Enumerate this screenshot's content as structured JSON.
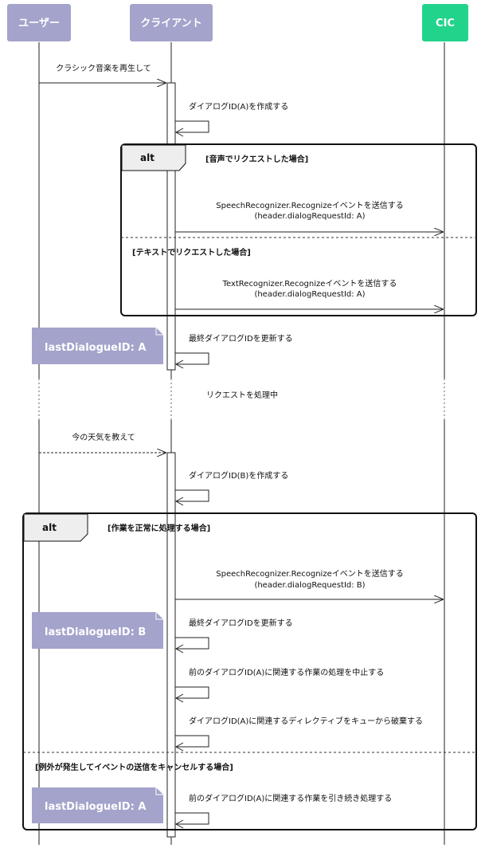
{
  "participants": [
    {
      "name": "ユーザー",
      "color": "#a3a3cb"
    },
    {
      "name": "クライアント",
      "color": "#a3a3cb"
    },
    {
      "name": "CIC",
      "color": "#22d48b"
    }
  ],
  "messages": {
    "m1": "クラシック音楽を再生して",
    "m2": "ダイアログID(A)を作成する",
    "m3_line1": "SpeechRecognizer.Recognizeイベントを送信する",
    "m3_line2": "(header.dialogRequestId: A)",
    "m4_line1": "TextRecognizer.Recognizeイベントを送信する",
    "m4_line2": "(header.dialogRequestId: A)",
    "m5": "最終ダイアログIDを更新する",
    "m6": "リクエストを処理中",
    "m7": "今の天気を教えて",
    "m8": "ダイアログID(B)を作成する",
    "m9_line1": "SpeechRecognizer.Recognizeイベントを送信する",
    "m9_line2": "(header.dialogRequestId: B)",
    "m10": "最終ダイアログIDを更新する",
    "m11": "前のダイアログID(A)に関連する作業の処理を中止する",
    "m12": "ダイアログID(A)に関連するディレクティブをキューから破棄する",
    "m13": "前のダイアログID(A)に関連する作業を引き続き処理する"
  },
  "fragments": {
    "alt1": {
      "label": "alt",
      "cond1": "[音声でリクエストした場合]",
      "cond2": "[テキストでリクエストした場合]"
    },
    "alt2": {
      "label": "alt",
      "cond1": "[作業を正常に処理する場合]",
      "cond2": "[例外が発生してイベントの送信をキャンセルする場合]"
    }
  },
  "notes": {
    "n1": "lastDialogueID: A",
    "n2": "lastDialogueID: B",
    "n3": "lastDialogueID: A"
  },
  "colors": {
    "participant": "#a3a3cb",
    "cic": "#22d48b",
    "note": "#a3a3cb"
  }
}
